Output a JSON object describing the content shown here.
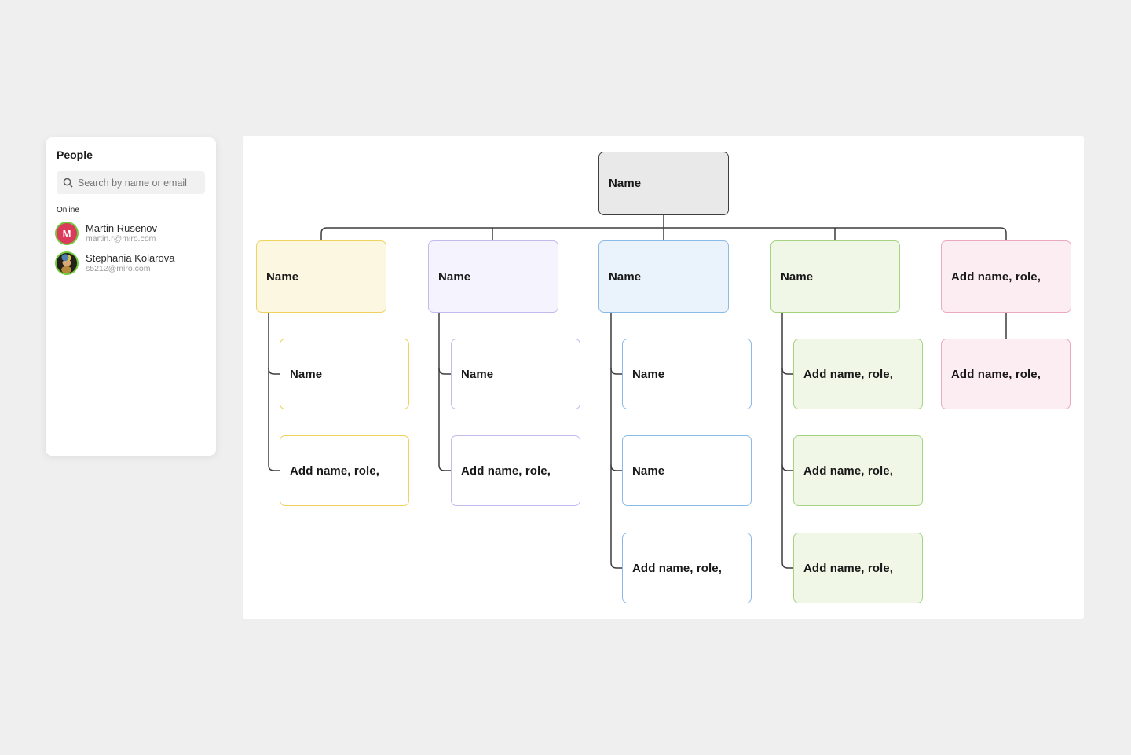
{
  "people_panel": {
    "title": "People",
    "search_placeholder": "Search by name or email",
    "section_label": "Online",
    "users": [
      {
        "name": "Martin Rusenov",
        "email": "martin.r@miro.com",
        "initial": "M",
        "avatar_type": "initial"
      },
      {
        "name": "Stephania Kolarova",
        "email": "s5212@miro.com",
        "avatar_type": "photo"
      }
    ],
    "online_ring_color": "#6fc83e",
    "initial_avatar_color": "#dc3a5a"
  },
  "org_chart": {
    "root_label": "Name",
    "columns": [
      {
        "branch": "yellow",
        "parent_label": "Name",
        "children": [
          "Name",
          "Add name, role,"
        ]
      },
      {
        "branch": "purple",
        "parent_label": "Name",
        "children": [
          "Name",
          "Add name, role,"
        ]
      },
      {
        "branch": "blue",
        "parent_label": "Name",
        "children": [
          "Name",
          "Name",
          "Add name, role,"
        ]
      },
      {
        "branch": "green",
        "parent_label": "Name",
        "children": [
          "Add name, role,",
          "Add name, role,",
          "Add name, role,"
        ]
      },
      {
        "branch": "pink",
        "parent_label": "Add name, role,",
        "children": [
          "Add name, role,"
        ]
      }
    ],
    "branch_colors": {
      "yellow": {
        "border": "#f0d25e",
        "fill": "#fcf7e1"
      },
      "purple": {
        "border": "#c3baee",
        "fill": "#f5f3fd"
      },
      "blue": {
        "border": "#89bae8",
        "fill": "#eaf2fb"
      },
      "green": {
        "border": "#a5d37f",
        "fill": "#f0f7e7"
      },
      "pink": {
        "border": "#eba9bc",
        "fill": "#fbedf2"
      },
      "root": {
        "border": "#3f3f3f",
        "fill": "#e9e9e9"
      }
    },
    "connector_color": "#3c3c3c"
  }
}
